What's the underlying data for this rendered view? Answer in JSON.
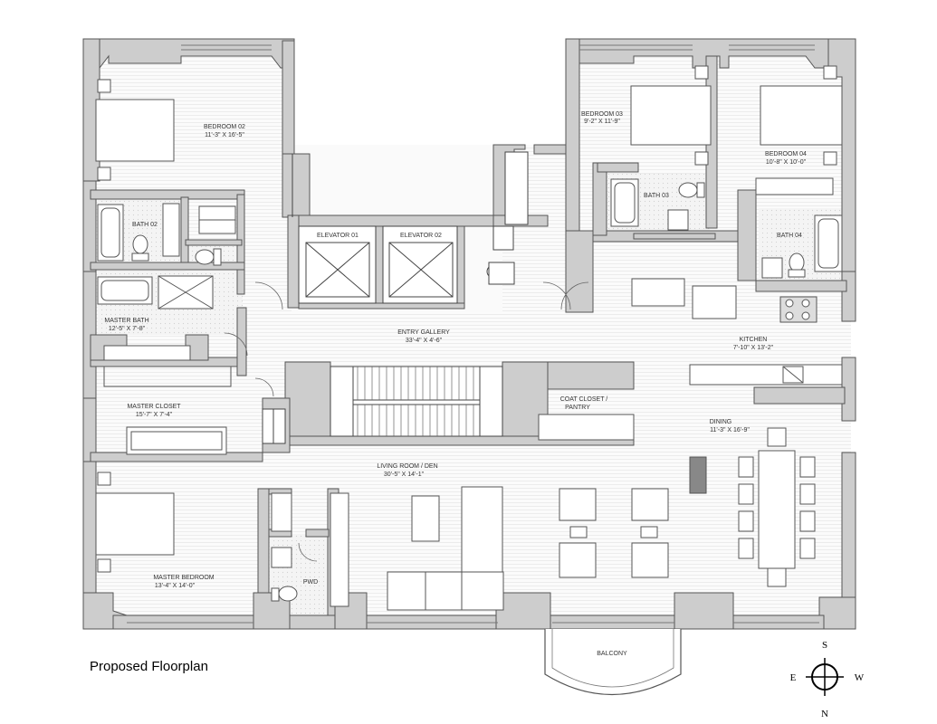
{
  "title": "Proposed Floorplan",
  "rooms": {
    "bedroom02": {
      "name": "BEDROOM 02",
      "size": "11'-3\" X 16'-5\""
    },
    "bedroom03": {
      "name": "BEDROOM 03",
      "size": "9'-2\" X 11'-9\""
    },
    "bedroom04": {
      "name": "BEDROOM 04",
      "size": "10'-8\" X 10'-0\""
    },
    "bath02": {
      "name": "BATH 02"
    },
    "bath03": {
      "name": "BATH 03"
    },
    "bath04": {
      "name": "BATH 04"
    },
    "elevator01": {
      "name": "ELEVATOR 01"
    },
    "elevator02": {
      "name": "ELEVATOR 02"
    },
    "masterbath": {
      "name": "MASTER BATH",
      "size": "12'-5\" X 7'-8\""
    },
    "entrygallery": {
      "name": "ENTRY GALLERY",
      "size": "33'-4\" X 4'-6\""
    },
    "kitchen": {
      "name": "KITCHEN",
      "size": "7'-10\" X 13'-2\""
    },
    "mastercloset": {
      "name": "MASTER CLOSET",
      "size": "15'-7\" X 7'-4\""
    },
    "coatcloset": {
      "name": "COAT CLOSET /",
      "name2": "PANTRY"
    },
    "dining": {
      "name": "DINING",
      "size": "11'-3\" X 16'-9\""
    },
    "living": {
      "name": "LIVING ROOM / DEN",
      "size": "30'-5\" X 14'-1\""
    },
    "masterbedroom": {
      "name": "MASTER BEDROOM",
      "size": "13'-4\" X 14'-0\""
    },
    "pwd": {
      "name": "PWD"
    },
    "balcony": {
      "name": "BALCONY"
    }
  },
  "compass": {
    "n": "N",
    "s": "S",
    "e": "E",
    "w": "W"
  }
}
